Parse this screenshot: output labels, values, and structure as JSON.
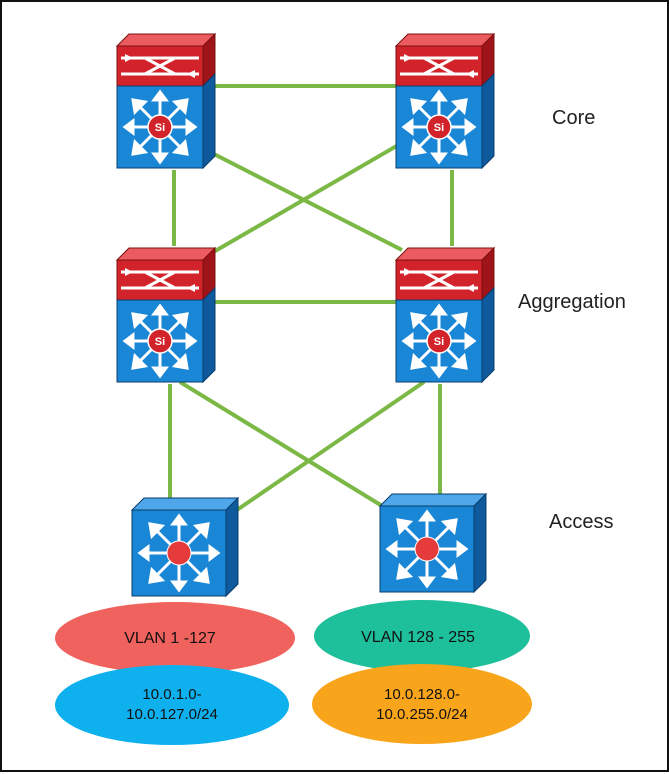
{
  "tiers": {
    "core": "Core",
    "aggregation": "Aggregation",
    "access": "Access"
  },
  "switch_badge": "Si",
  "vlans": [
    {
      "label": "VLAN 1 -127",
      "network_line1": "10.0.1.0-",
      "network_line2": "10.0.127.0/24",
      "vlan_color": "#f0625d",
      "network_color": "#0fb0ee"
    },
    {
      "label": "VLAN 128 - 255",
      "network_line1": "10.0.128.0-",
      "network_line2": "10.0.255.0/24",
      "vlan_color": "#1ebf9b",
      "network_color": "#f9a51b"
    }
  ],
  "colors": {
    "link": "#7cb845",
    "switch_blue": "#1a86d6",
    "switch_red": "#d2232a",
    "access_dot": "#e53b3b"
  },
  "icons": [
    "multilayer-switch-icon",
    "layer2-switch-icon"
  ]
}
